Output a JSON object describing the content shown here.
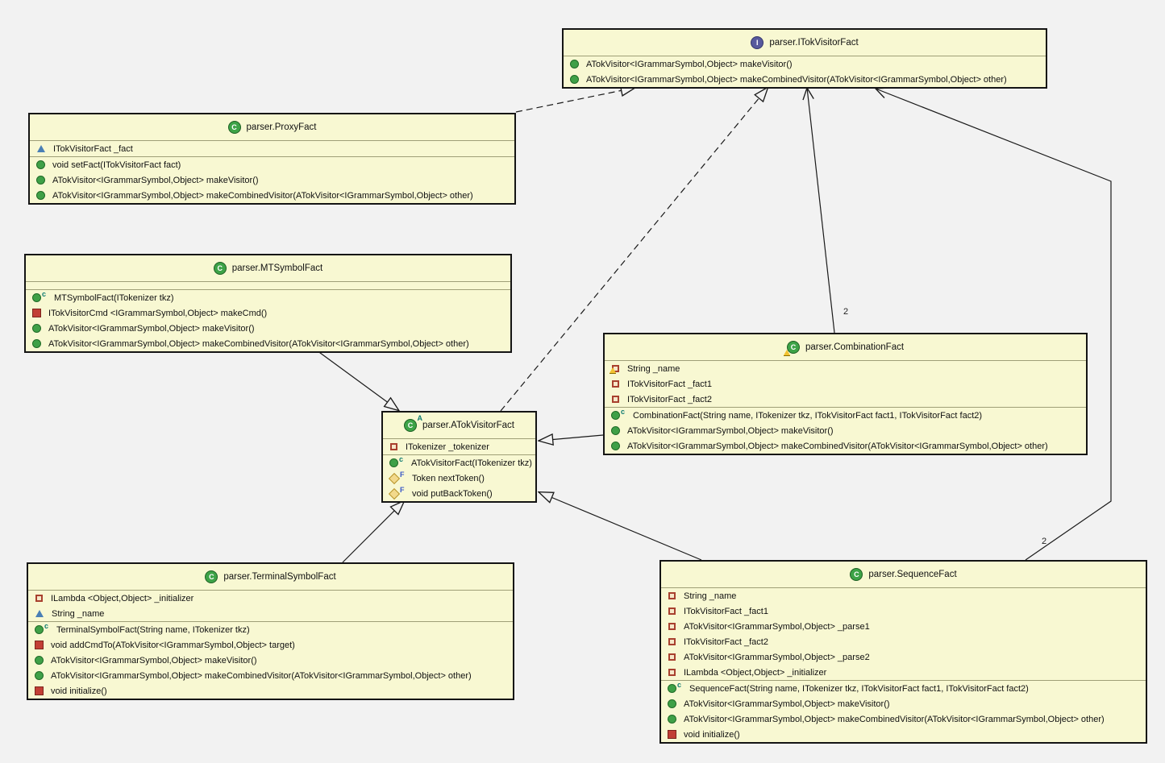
{
  "diagram": {
    "colors": {
      "bg": "#f2f2f2",
      "box_fill": "#f8f8d2",
      "box_border": "#141414",
      "separator": "#9f9f77",
      "class_icon_green": "#3da347",
      "interface_icon_purple": "#57599d",
      "public_green": "#3fa047",
      "private_red": "#c23f35",
      "protected_gold": "#f2d98c",
      "package_blue": "#4a7fb5",
      "warning_yellow": "#f2c230"
    },
    "classes": [
      {
        "id": "ITokVisitorFact",
        "title": "parser.ITokVisitorFact",
        "kind": "interface",
        "icon_letter": "I",
        "abstract_marker": "",
        "warning": false,
        "fields": [],
        "methods": [
          {
            "icon": "public-method-icon",
            "modifier": "",
            "warning": false,
            "text": "ATokVisitor<IGrammarSymbol,Object> makeVisitor()"
          },
          {
            "icon": "public-method-icon",
            "modifier": "",
            "warning": false,
            "text": "ATokVisitor<IGrammarSymbol,Object> makeCombinedVisitor(ATokVisitor<IGrammarSymbol,Object> other)"
          }
        ]
      },
      {
        "id": "ProxyFact",
        "title": "parser.ProxyFact",
        "kind": "class",
        "icon_letter": "C",
        "abstract_marker": "",
        "warning": false,
        "fields": [
          {
            "icon": "package-field-icon",
            "modifier": "",
            "warning": false,
            "text": "ITokVisitorFact _fact"
          }
        ],
        "methods": [
          {
            "icon": "public-method-icon",
            "modifier": "",
            "warning": false,
            "text": "void setFact(ITokVisitorFact fact)"
          },
          {
            "icon": "public-method-icon",
            "modifier": "",
            "warning": false,
            "text": "ATokVisitor<IGrammarSymbol,Object> makeVisitor()"
          },
          {
            "icon": "public-method-icon",
            "modifier": "",
            "warning": false,
            "text": "ATokVisitor<IGrammarSymbol,Object> makeCombinedVisitor(ATokVisitor<IGrammarSymbol,Object> other)"
          }
        ]
      },
      {
        "id": "MTSymbolFact",
        "title": "parser.MTSymbolFact",
        "kind": "class",
        "icon_letter": "C",
        "abstract_marker": "",
        "warning": false,
        "fields": [],
        "methods": [
          {
            "icon": "public-method-icon",
            "modifier": "c",
            "warning": false,
            "text": "MTSymbolFact(ITokenizer tkz)"
          },
          {
            "icon": "private-method-icon",
            "modifier": "",
            "warning": false,
            "text": "ITokVisitorCmd <IGrammarSymbol,Object> makeCmd()"
          },
          {
            "icon": "public-method-icon",
            "modifier": "",
            "warning": false,
            "text": "ATokVisitor<IGrammarSymbol,Object> makeVisitor()"
          },
          {
            "icon": "public-method-icon",
            "modifier": "",
            "warning": false,
            "text": "ATokVisitor<IGrammarSymbol,Object> makeCombinedVisitor(ATokVisitor<IGrammarSymbol,Object> other)"
          }
        ]
      },
      {
        "id": "ATokVisitorFact",
        "title": "parser.ATokVisitorFact",
        "kind": "class",
        "icon_letter": "C",
        "abstract_marker": "A",
        "warning": false,
        "fields": [
          {
            "icon": "private-field-icon",
            "modifier": "",
            "warning": false,
            "text": "ITokenizer _tokenizer"
          }
        ],
        "methods": [
          {
            "icon": "public-method-icon",
            "modifier": "c",
            "warning": false,
            "text": "ATokVisitorFact(ITokenizer tkz)"
          },
          {
            "icon": "protected-method-icon",
            "modifier": "F",
            "warning": false,
            "text": "Token nextToken()"
          },
          {
            "icon": "protected-method-icon",
            "modifier": "F",
            "warning": false,
            "text": "void putBackToken()"
          }
        ]
      },
      {
        "id": "CombinationFact",
        "title": "parser.CombinationFact",
        "kind": "class",
        "icon_letter": "C",
        "abstract_marker": "",
        "warning": true,
        "fields": [
          {
            "icon": "private-field-icon",
            "modifier": "",
            "warning": true,
            "text": "String _name"
          },
          {
            "icon": "private-field-icon",
            "modifier": "",
            "warning": false,
            "text": "ITokVisitorFact _fact1"
          },
          {
            "icon": "private-field-icon",
            "modifier": "",
            "warning": false,
            "text": "ITokVisitorFact _fact2"
          }
        ],
        "methods": [
          {
            "icon": "public-method-icon",
            "modifier": "c",
            "warning": false,
            "text": "CombinationFact(String name, ITokenizer tkz, ITokVisitorFact fact1, ITokVisitorFact fact2)"
          },
          {
            "icon": "public-method-icon",
            "modifier": "",
            "warning": false,
            "text": "ATokVisitor<IGrammarSymbol,Object> makeVisitor()"
          },
          {
            "icon": "public-method-icon",
            "modifier": "",
            "warning": false,
            "text": "ATokVisitor<IGrammarSymbol,Object> makeCombinedVisitor(ATokVisitor<IGrammarSymbol,Object> other)"
          }
        ]
      },
      {
        "id": "TerminalSymbolFact",
        "title": "parser.TerminalSymbolFact",
        "kind": "class",
        "icon_letter": "C",
        "abstract_marker": "",
        "warning": false,
        "fields": [
          {
            "icon": "private-field-icon",
            "modifier": "",
            "warning": false,
            "text": "ILambda <Object,Object> _initializer"
          },
          {
            "icon": "package-field-icon",
            "modifier": "",
            "warning": false,
            "text": "String _name"
          }
        ],
        "methods": [
          {
            "icon": "public-method-icon",
            "modifier": "c",
            "warning": false,
            "text": "TerminalSymbolFact(String name, ITokenizer tkz)"
          },
          {
            "icon": "private-method-icon",
            "modifier": "",
            "warning": false,
            "text": "void addCmdTo(ATokVisitor<IGrammarSymbol,Object> target)"
          },
          {
            "icon": "public-method-icon",
            "modifier": "",
            "warning": false,
            "text": "ATokVisitor<IGrammarSymbol,Object> makeVisitor()"
          },
          {
            "icon": "public-method-icon",
            "modifier": "",
            "warning": false,
            "text": "ATokVisitor<IGrammarSymbol,Object> makeCombinedVisitor(ATokVisitor<IGrammarSymbol,Object> other)"
          },
          {
            "icon": "private-method-icon",
            "modifier": "",
            "warning": false,
            "text": "void initialize()"
          }
        ]
      },
      {
        "id": "SequenceFact",
        "title": "parser.SequenceFact",
        "kind": "class",
        "icon_letter": "C",
        "abstract_marker": "",
        "warning": false,
        "fields": [
          {
            "icon": "private-field-icon",
            "modifier": "",
            "warning": false,
            "text": "String _name"
          },
          {
            "icon": "private-field-icon",
            "modifier": "",
            "warning": false,
            "text": "ITokVisitorFact _fact1"
          },
          {
            "icon": "private-field-icon",
            "modifier": "",
            "warning": false,
            "text": "ATokVisitor<IGrammarSymbol,Object> _parse1"
          },
          {
            "icon": "private-field-icon",
            "modifier": "",
            "warning": false,
            "text": "ITokVisitorFact _fact2"
          },
          {
            "icon": "private-field-icon",
            "modifier": "",
            "warning": false,
            "text": "ATokVisitor<IGrammarSymbol,Object> _parse2"
          },
          {
            "icon": "private-field-icon",
            "modifier": "",
            "warning": false,
            "text": "ILambda <Object,Object> _initializer"
          }
        ],
        "methods": [
          {
            "icon": "public-method-icon",
            "modifier": "c",
            "warning": false,
            "text": "SequenceFact(String name, ITokenizer tkz, ITokVisitorFact fact1, ITokVisitorFact fact2)"
          },
          {
            "icon": "public-method-icon",
            "modifier": "",
            "warning": false,
            "text": "ATokVisitor<IGrammarSymbol,Object> makeVisitor()"
          },
          {
            "icon": "public-method-icon",
            "modifier": "",
            "warning": false,
            "text": "ATokVisitor<IGrammarSymbol,Object> makeCombinedVisitor(ATokVisitor<IGrammarSymbol,Object> other)"
          },
          {
            "icon": "private-method-icon",
            "modifier": "",
            "warning": false,
            "text": "void initialize()"
          }
        ]
      }
    ],
    "connectors": [
      {
        "from": "parser.ProxyFact",
        "to": "parser.ITokVisitorFact",
        "type": "realization",
        "label": ""
      },
      {
        "from": "parser.ATokVisitorFact",
        "to": "parser.ITokVisitorFact",
        "type": "realization",
        "label": ""
      },
      {
        "from": "parser.CombinationFact",
        "to": "parser.ITokVisitorFact",
        "type": "association",
        "label": "2"
      },
      {
        "from": "parser.SequenceFact",
        "to": "parser.ITokVisitorFact",
        "type": "association",
        "label": "2"
      },
      {
        "from": "parser.MTSymbolFact",
        "to": "parser.ATokVisitorFact",
        "type": "generalization",
        "label": ""
      },
      {
        "from": "parser.CombinationFact",
        "to": "parser.ATokVisitorFact",
        "type": "generalization",
        "label": ""
      },
      {
        "from": "parser.TerminalSymbolFact",
        "to": "parser.ATokVisitorFact",
        "type": "generalization",
        "label": ""
      },
      {
        "from": "parser.SequenceFact",
        "to": "parser.ATokVisitorFact",
        "type": "generalization",
        "label": ""
      }
    ]
  }
}
